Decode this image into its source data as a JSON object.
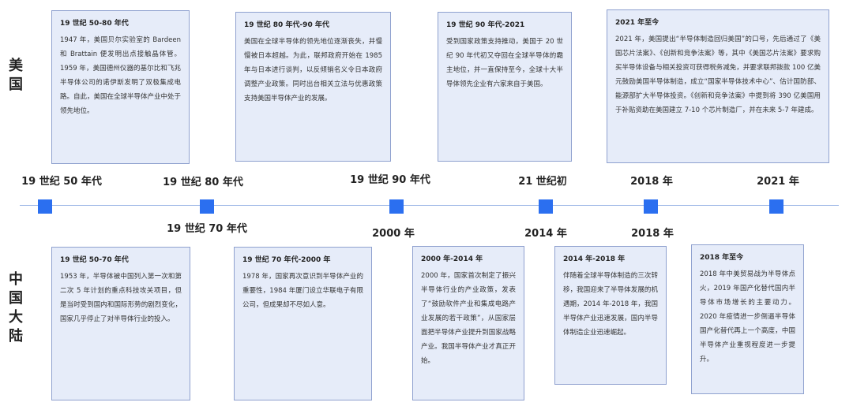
{
  "regions": {
    "us": "美国",
    "cn": "中国大陆"
  },
  "us_boxes": [
    {
      "title": "19 世纪 50-80 年代",
      "body": "1947 年，美国贝尔实验室的 Bardeen 和 Brattain 便发明出点接触晶体管。1959 年，美国德州仪器的基尔比和飞兆半导体公司的诺伊斯发明了双极集成电路。自此，美国在全球半导体产业中处于领先地位。"
    },
    {
      "title": "19 世纪 80 年代-90 年代",
      "body": "美国在全球半导体的领先地位逐渐丧失，并慢慢被日本超越。为此，联邦政府开始在 1985 年与日本进行谈判，以反倾销名义令日本政府调整产业政策。同时出台相关立法与优惠政策支持美国半导体产业的发展。"
    },
    {
      "title": "19 世纪 90 年代-2021",
      "body": "受到国家政策支持推动，美国于 20 世纪 90 年代初又夺回在全球半导体的霸主地位，并一直保持至今，全球十大半导体领先企业有六家来自于美国。"
    },
    {
      "title": "2021 年至今",
      "body": "2021 年，美国提出“半导体制造回归美国”的口号，先后通过了《美国芯片法案》、《创新和竞争法案》等，其中《美国芯片法案》要求购买半导体设备与相关投资可获得税务减免，并要求联邦拨款 100 亿美元鼓励美国半导体制造，成立“国家半导体技术中心”、估计国防部、能源部扩大半导体投资。《创新和竞争法案》中提到将 390 亿美国用于补贴资助在美国建立 7-10 个芯片制造厂，并在未来 5-7 年建成。"
    }
  ],
  "cn_boxes": [
    {
      "title": "19 世纪 50-70 年代",
      "body": "1953 年，半导体被中国列入第一次和第二次 5 年计划的重点科技攻关项目，但是当时受到国内和国际形势的剧烈变化，国家几乎停止了对半导体行业的投入。"
    },
    {
      "title": "19 世纪 70 年代-2000 年",
      "body": "1978 年，国家再次意识到半导体产业的重要性，1984 年厦门设立华联电子有限公司，但成果却不尽如人意。"
    },
    {
      "title": "2000 年-2014 年",
      "body": "2000 年，国家首次制定了振兴半导体行业的产业政策，发表了“鼓励软件产业和集成电路产业发展的若干政策”，从国家层面把半导体产业提升到国家战略产业。我国半导体产业才真正开始。"
    },
    {
      "title": "2014 年-2018 年",
      "body": "伴随着全球半导体制造的三次转移，我国迎来了半导体发展的机遇期，2014 年-2018 年，我国半导体产业迅速发展，国内半导体制造企业迅速崛起。"
    },
    {
      "title": "2018 年至今",
      "body": "2018 年中美贸易战为半导体点火，2019 年国产化替代国内半导体市场增长的主要动力。2020 年疫情进一步倒逼半导体国产化替代再上一个高度，中国半导体产业重视程度进一步提升。"
    }
  ],
  "timeline": {
    "top_labels": [
      "19 世纪 50 年代",
      "19 世纪 80 年代",
      "19 世纪 90 年代",
      "21 世纪初",
      "2018 年",
      "2021 年"
    ],
    "bottom_labels": [
      "19 世纪 70 年代",
      "2000 年",
      "2014 年",
      "2018 年"
    ]
  },
  "colors": {
    "marker": "#2b6ff0",
    "axis": "#9bb6e6",
    "box_fill": "#e6ecf9",
    "box_border": "#8fa1cf"
  }
}
